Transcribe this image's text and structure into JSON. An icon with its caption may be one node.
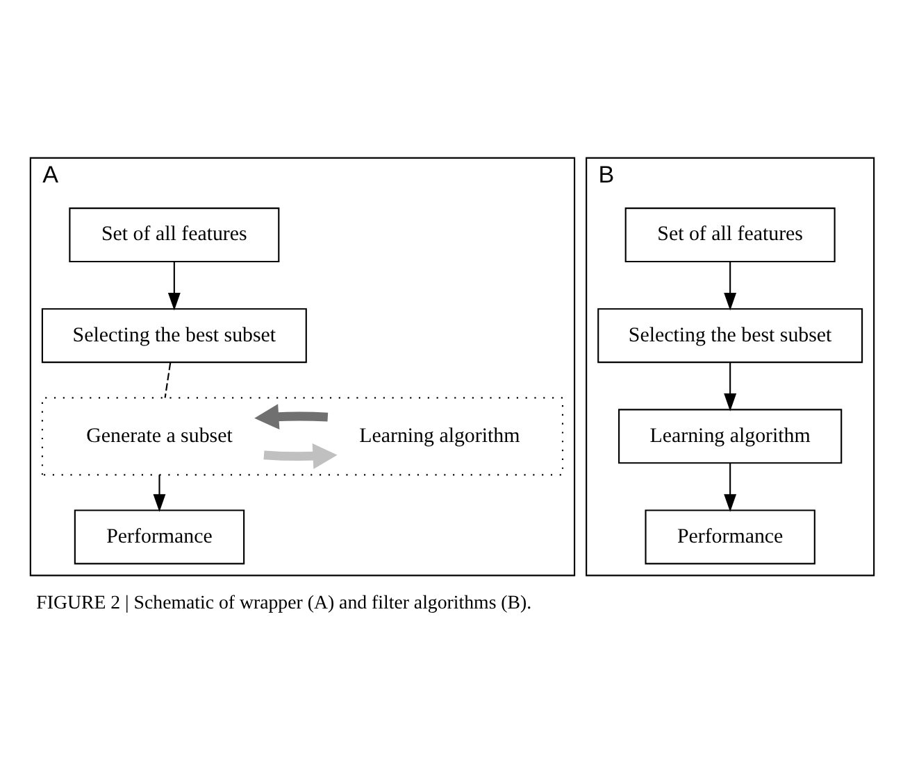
{
  "diagram": {
    "caption": "FIGURE 2 | Schematic of wrapper (A) and filter algorithms (B).",
    "nodes": [
      {
        "text": [
          "A"
        ]
      },
      {
        "text": [
          "Set of all features"
        ],
        "in": 0
      },
      {
        "text": [
          "Selecting the best subset"
        ],
        "in": 0
      },
      {
        "text": [],
        "shape": "box",
        "in": 0
      },
      {
        "text": [
          "Generate a subset"
        ],
        "in": 3
      },
      {
        "text": [
          "Learning algorithm"
        ],
        "in": 3
      },
      {
        "text": [
          "Performance"
        ],
        "in": 0
      },
      {
        "text": [
          "B"
        ]
      },
      {
        "text": [
          "Set of all features"
        ],
        "in": 7
      },
      {
        "text": [
          "Selecting the best subset"
        ],
        "in": 7
      },
      {
        "text": [
          "Learning algorithm"
        ],
        "in": 7
      },
      {
        "text": [
          "Performance"
        ],
        "in": 7
      }
    ],
    "edges": [
      {
        "from": 1,
        "to": 2,
        "arrow": "to"
      },
      {
        "from": 2,
        "to": 3,
        "arrow": "none",
        "style": "dashed"
      },
      {
        "from": 4,
        "to": 5,
        "arrow": "to",
        "style": "thick",
        "color": "#c0c0c0"
      },
      {
        "from": 5,
        "to": 4,
        "arrow": "to",
        "style": "thick",
        "color": "#707070"
      },
      {
        "from": 3,
        "to": 6,
        "arrow": "to"
      },
      {
        "from": 8,
        "to": 9,
        "arrow": "to"
      },
      {
        "from": 9,
        "to": 10,
        "arrow": "to"
      },
      {
        "from": 10,
        "to": 11,
        "arrow": "to"
      }
    ]
  }
}
